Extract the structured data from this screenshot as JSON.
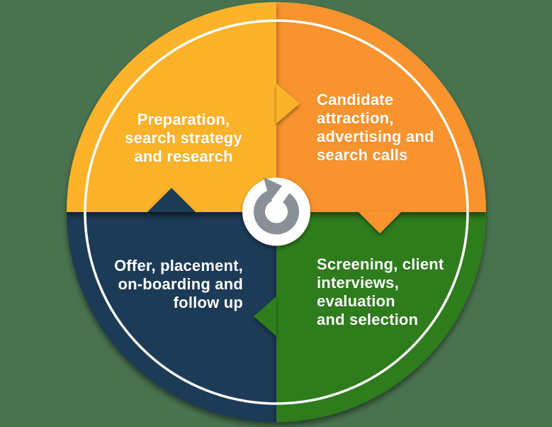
{
  "diagram": {
    "type": "cycle",
    "direction": "clockwise",
    "background_color": "#49724F",
    "ring_color": "#FFFFFF",
    "text_color": "#FFFFFF",
    "center": {
      "icon": "cycle-refresh-arrow-icon",
      "circle_color": "#FFFFFF",
      "arrow_color": "#8A9096"
    },
    "quadrants": [
      {
        "position": "top-left",
        "color": "#FCB32B",
        "lines": [
          "Preparation,",
          "search strategy",
          "and research"
        ]
      },
      {
        "position": "top-right",
        "color": "#F8932D",
        "lines": [
          "Candidate",
          "attraction,",
          "advertising and",
          "search calls"
        ]
      },
      {
        "position": "bottom-right",
        "color": "#2F7C1E",
        "lines": [
          "Screening, client",
          "interviews,",
          "evaluation",
          "and selection"
        ]
      },
      {
        "position": "bottom-left",
        "color": "#1B3A56",
        "lines": [
          "Offer, placement,",
          "on-boarding and",
          "follow up"
        ]
      }
    ]
  }
}
